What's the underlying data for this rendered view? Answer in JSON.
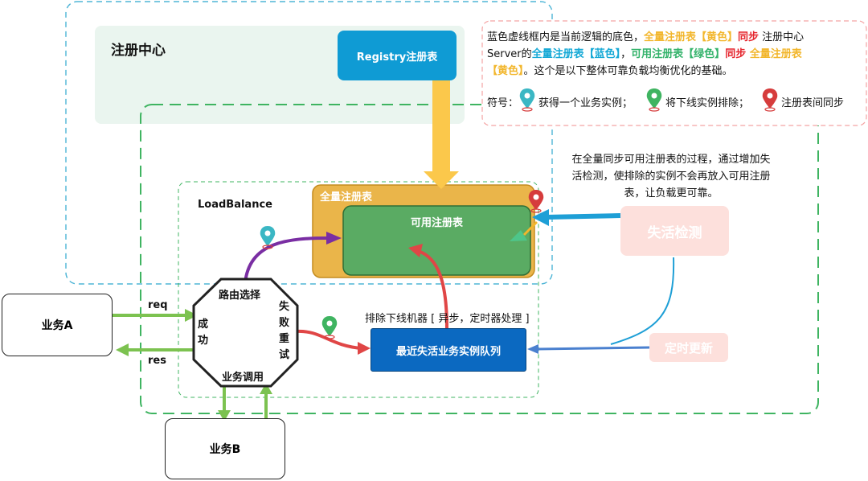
{
  "registry_center": {
    "title": "注册中心",
    "registry_box": "Registry注册表"
  },
  "legend": {
    "line1": {
      "p1": "蓝色虚线框内是当前逻辑的底色，",
      "p2": "全量注册表【黄色】",
      "p3": "同步",
      "p4": " 注册中心"
    },
    "line2": {
      "p1": "Server的",
      "p2": "全量注册表【蓝色】",
      "p3": "，",
      "p4": "可用注册表【绿色】",
      "p5": "同步",
      "p6": " 全量注册表"
    },
    "line3": {
      "p1": "【黄色】",
      "p2": "。这个是以下整体可靠负载均衡优化的基础。"
    },
    "symbol_prefix": "符号：",
    "symbol_teal": "获得一个业务实例；",
    "symbol_green": "将下线实例排除；",
    "symbol_red": "注册表间同步",
    "colors": {
      "teal": "#3bb7c4",
      "green": "#3fb461",
      "red": "#d63c3c"
    }
  },
  "liveness_note": {
    "line1": "在全量同步可用注册表的过程，通过增加失",
    "line2": "活检测，使排除的实例不会再放入可用注册",
    "line3": "表，让负载更可靠。"
  },
  "loadbalance": {
    "title": "LoadBalance",
    "full_registry": "全量注册表",
    "available_registry": "可用注册表",
    "liveness_check": "失活检测",
    "timer_update": "定时更新",
    "exclude_label": "排除下线机器 [ 异步，定时器处理 ]",
    "recent_queue": "最近失活业务实例队列"
  },
  "octagon": {
    "route": "路由选择",
    "success": "成功",
    "retry": "失败重试",
    "call": "业务调用"
  },
  "business_a": "业务A",
  "business_b": "业务B",
  "req": "req",
  "res": "res"
}
